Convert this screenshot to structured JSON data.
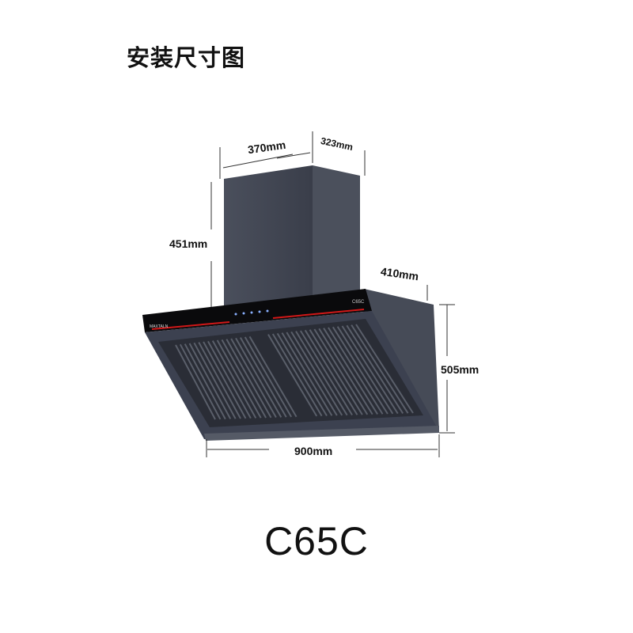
{
  "title": "安装尺寸图",
  "model": "C65C",
  "panel_model": "C65C",
  "dimensions": {
    "chimney_width": "370mm",
    "chimney_depth": "323mm",
    "chimney_height": "451mm",
    "body_depth": "410mm",
    "body_height": "505mm",
    "body_width": "900mm"
  },
  "colors": {
    "body": "#3c4150",
    "panel": "#0a0a0c",
    "accent": "#d01818"
  }
}
